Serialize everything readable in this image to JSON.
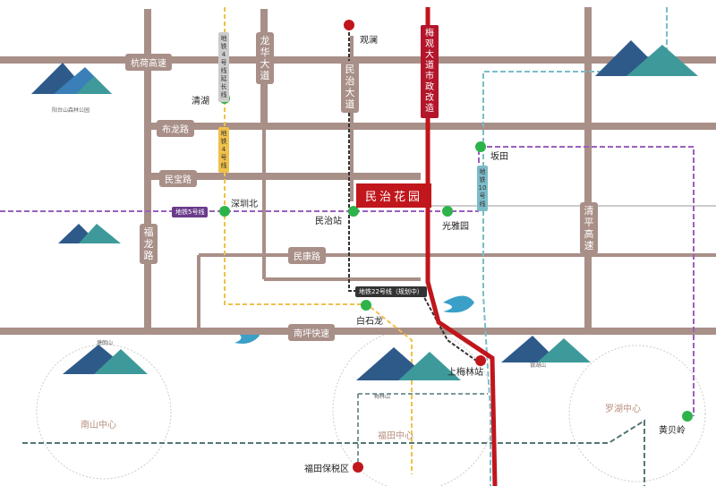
{
  "roads": {
    "hanghe": "杭荷高速",
    "bulong": "布龙路",
    "minbao": "民宝路",
    "minkang": "民康路",
    "nanping": "南坪快速",
    "fulong": "福龙路",
    "longhua": "龙华大道",
    "minzhi_ave": "民治大道",
    "qingping": "清平高速",
    "meiguan": "梅观大道市政改造"
  },
  "metro": {
    "line4": "地铁4号线延长线",
    "line4b": "地铁4号线",
    "line5": "地铁5号线",
    "line10": "地铁10号线",
    "line22": "地铁22号线（规划中）"
  },
  "stations": {
    "guanlan": "观澜",
    "qinghu": "清湖",
    "bantian": "坂田",
    "shenzhenbei": "深圳北",
    "minzhi": "民治站",
    "guangya": "光雅园",
    "baishilong": "白石龙",
    "shangling": "上梅林站",
    "huangbeiling": "黄贝岭",
    "futian_free": "福田保税区"
  },
  "project": "民治花园",
  "zones": {
    "nanshan": "南山中心",
    "futian": "福田中心",
    "luohu": "罗湖中心"
  },
  "parks": {
    "yangtaishan": "阳台山森林公园",
    "tanglangshan": "塘朗山",
    "meilinshan": "梅林山",
    "yinhushan": "银湖山"
  },
  "colors": {
    "road": "#a88f88",
    "line5": "#9b5fc0",
    "line10": "#7bbcc8",
    "line4": "#f0c04a",
    "line22": "#333333",
    "meiguan": "#c0161c",
    "station": "#2db34a"
  }
}
